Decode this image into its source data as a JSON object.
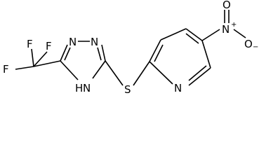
{
  "molecule": {
    "atoms": {
      "f_top_left": "F",
      "f_top_right": "F",
      "f_left": "F",
      "triazole_n1": "N",
      "triazole_n2": "N",
      "triazole_nh": "N",
      "triazole_nh_h": "H",
      "thioether_s": "S",
      "pyridine_n": "N",
      "nitro_n": "N",
      "nitro_n_charge": "+",
      "nitro_o_top": "O",
      "nitro_o_right": "O",
      "nitro_o_right_charge": "−"
    }
  }
}
